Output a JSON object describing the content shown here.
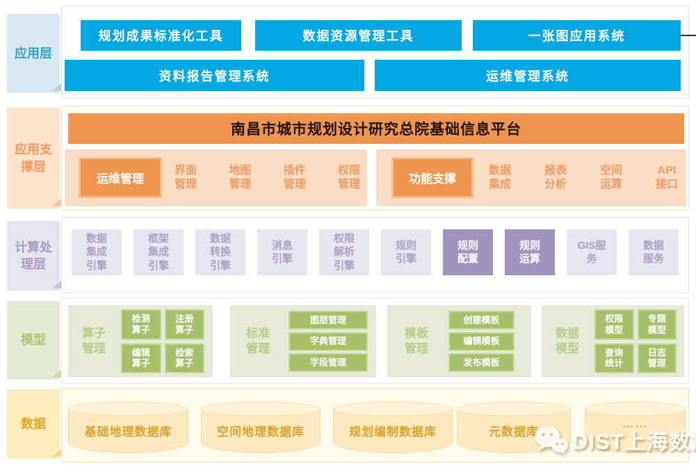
{
  "layers": {
    "application": {
      "label": "应用层",
      "row1": [
        "规划成果标准化工具",
        "数据资源管理工具",
        "一张图应用系统"
      ],
      "row2": [
        "资料报告管理系统",
        "运维管理系统"
      ]
    },
    "support": {
      "label": "应用支\n撑层",
      "banner": "南昌市城市规划设计研究总院基础信息平台",
      "groups": [
        {
          "head": "运维管理",
          "items": [
            "界面\n管理",
            "地图\n管理",
            "插件\n管理",
            "权限\n管理"
          ]
        },
        {
          "head": "功能支撑",
          "items": [
            "数据\n集成",
            "报表\n分析",
            "空间\n运算",
            "API\n接口"
          ]
        }
      ]
    },
    "computing": {
      "label": "计算处\n理层",
      "boxes": [
        "数据\n集成\n引擎",
        "框架\n集成\n引擎",
        "数据\n转换\n引擎",
        "消息\n引擎",
        "权限\n解析\n引擎",
        "规则\n引擎",
        "规则\n配置",
        "规则\n运算",
        "GIS服\n务",
        "数据\n服务"
      ],
      "highlighted_indexes": [
        6,
        7
      ]
    },
    "model": {
      "label": "模型",
      "groups": [
        {
          "head": "算子\n管理",
          "items": [
            "检测\n算子",
            "注册\n算子",
            "编辑\n算子",
            "检索\n算子"
          ]
        },
        {
          "head": "标准\n管理",
          "items": [
            "图层管理",
            "字典管理",
            "字段管理"
          ]
        },
        {
          "head": "模板\n管理",
          "items": [
            "创建模板",
            "编辑模板",
            "发布模板"
          ]
        },
        {
          "head": "数据\n模型",
          "items": [
            "权限\n模型",
            "专题\n模型",
            "查询\n统计",
            "日志\n管理"
          ]
        }
      ]
    },
    "data": {
      "label": "数据",
      "databases": [
        "基础地理数据库",
        "空间地理数据库",
        "规划编制数据库",
        "元数据库",
        "……"
      ]
    }
  },
  "watermark": {
    "brand": "DIST上海数慧",
    "icon": "wechat-icon"
  },
  "colors": {
    "blue": "#04a7e1",
    "orange": "#f0954e",
    "purple": "#a094bf",
    "green": "#a6c069",
    "gold": "#e5a425"
  }
}
